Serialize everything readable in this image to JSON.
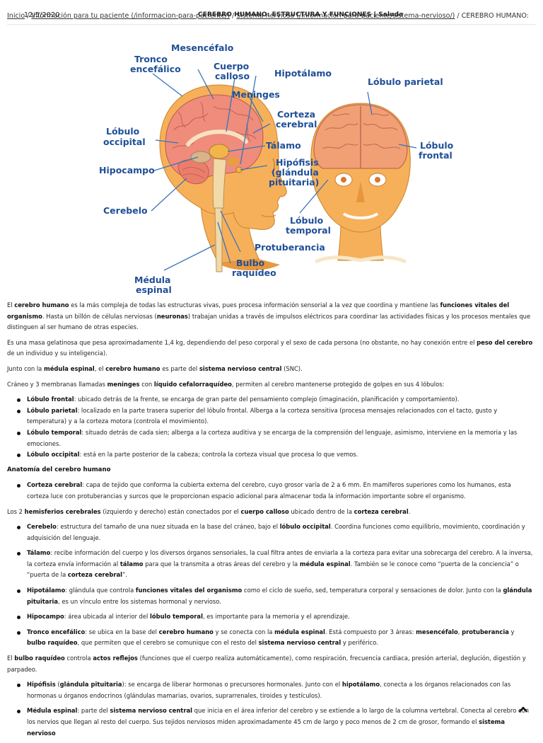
{
  "header": {
    "breadcrumb": {
      "home": "Inicio",
      "middle": "Información para tu paciente (/informacion-para-paciente/)",
      "section": "Sistema nervioso (/informacion-para-paciente/sistema-nervioso/)",
      "current": "CEREBRO HUMANO: ESTRUCTURA Y FUNCIONES"
    },
    "print_date": "12/5/2020",
    "print_title": "CEREBRO HUMANO: ESTRUCTURA Y FUNCIONES | Saluda"
  },
  "figure": {
    "labels": {
      "mesencefalo": "Mesencéfalo",
      "tronco1": "Tronco",
      "tronco2": "encefálico",
      "cuerpo1": "Cuerpo",
      "cuerpo2": "calloso",
      "hipotalamo": "Hipotálamo",
      "meninges": "Meninges",
      "lob_occ1": "Lóbulo",
      "lob_occ2": "occipital",
      "hipocampo": "Hipocampo",
      "cerebelo": "Cerebelo",
      "corteza1": "Corteza",
      "corteza2": "cerebral",
      "talamo": "Tálamo",
      "hipofisis1": "Hipófisis",
      "hipofisis2": "(glándula",
      "hipofisis3": "pituitaria)",
      "protuberancia": "Protuberancia",
      "bulbo1": "Bulbo",
      "bulbo2": "raquídeo",
      "medula1": "Médula",
      "medula2": "espinal",
      "lob_par": "Lóbulo parietal",
      "lob_fro1": "Lóbulo",
      "lob_fro2": "frontal",
      "lob_tem1": "Lóbulo",
      "lob_tem2": "temporal"
    }
  },
  "intro": {
    "p1": [
      {
        "t": "El "
      },
      {
        "b": "cerebro humano"
      },
      {
        "t": " es la más compleja de todas las estructuras vivas, pues procesa información sensorial a la vez que coordina y mantiene las "
      },
      {
        "b": "funciones vitales del organismo"
      },
      {
        "t": ". Hasta un billón de células nerviosas ("
      },
      {
        "b": "neuronas"
      },
      {
        "t": ") trabajan unidas a través de impulsos eléctricos para coordinar las actividades físicas y los procesos mentales que distinguen al ser humano de otras especies."
      }
    ],
    "p2": [
      {
        "t": "Es una masa gelatinosa que pesa aproximadamente 1,4 kg, dependiendo del peso corporal y el sexo de cada persona (no obstante, no hay conexión entre el "
      },
      {
        "b": "peso del cerebro"
      },
      {
        "t": " de un individuo y su inteligencia)."
      }
    ],
    "p3": [
      {
        "t": "Junto con la "
      },
      {
        "b": "médula espinal"
      },
      {
        "t": ", el "
      },
      {
        "b": "cerebro humano"
      },
      {
        "t": " es parte del "
      },
      {
        "b": "sistema nervioso central"
      },
      {
        "t": " (SNC)."
      }
    ],
    "p4": [
      {
        "t": "Cráneo y 3 membranas llamadas "
      },
      {
        "b": "meninges"
      },
      {
        "t": " con "
      },
      {
        "b": "líquido cefalorraquídeo"
      },
      {
        "t": ", permiten al cerebro mantenerse protegido de golpes en sus 4 lóbulos:"
      }
    ]
  },
  "lobes": [
    [
      {
        "b": "Lóbulo frontal"
      },
      {
        "t": ": ubicado detrás de la frente, se encarga de gran parte del pensamiento complejo (imaginación, planificación y comportamiento)."
      }
    ],
    [
      {
        "b": "Lóbulo parietal"
      },
      {
        "t": ": localizado en la parte trasera superior del lóbulo frontal. Alberga a la corteza sensitiva (procesa mensajes relacionados con el tacto, gusto y temperatura) y a la corteza motora (controla el movimiento)."
      }
    ],
    [
      {
        "b": "Lóbulo temporal"
      },
      {
        "t": ": situado detrás de cada sien; alberga a la corteza auditiva y se encarga de la comprensión del lenguaje, asimismo, interviene en la memoria y las emociones."
      }
    ],
    [
      {
        "b": "Lóbulo occipital"
      },
      {
        "t": ": está en la parte posterior de la cabeza; controla la corteza visual que procesa lo que vemos."
      }
    ]
  ],
  "anatomy": {
    "heading": "Anatomía del cerebro humano",
    "corteza": [
      {
        "b": "Corteza cerebral"
      },
      {
        "t": ": capa de tejido que conforma la cubierta externa del cerebro, cuyo grosor varía de 2 a 6 mm. En mamíferos superiores como los humanos, esta corteza luce con protuberancias y surcos que le proporcionan espacio adicional para almacenar toda la información importante sobre el organismo."
      }
    ],
    "hemis": [
      {
        "t": "Los 2 "
      },
      {
        "b": "hemisferios cerebrales"
      },
      {
        "t": " (izquierdo y derecho) están conectados por el "
      },
      {
        "b": "cuerpo calloso"
      },
      {
        "t": " ubicado dentro de la "
      },
      {
        "b": "corteza cerebral"
      },
      {
        "t": "."
      }
    ]
  },
  "structures": [
    [
      {
        "b": "Cerebelo"
      },
      {
        "t": ": estructura del tamaño de una nuez situada en la base del cráneo, bajo el "
      },
      {
        "b": "lóbulo occipital"
      },
      {
        "t": ". Coordina funciones como equilibrio, movimiento, coordinación y adquisición del lenguaje."
      }
    ],
    [
      {
        "b": "Tálamo"
      },
      {
        "t": ": recibe información del cuerpo y los diversos órganos sensoriales, la cual filtra antes de enviarla a la corteza para evitar una sobrecarga del cerebro. A la inversa, la corteza envía información al "
      },
      {
        "b": "tálamo"
      },
      {
        "t": " para que la transmita a otras áreas del cerebro y la "
      },
      {
        "b": "médula espinal"
      },
      {
        "t": ". También se le conoce como “puerta de la conciencia” o “puerta de la "
      },
      {
        "b": "corteza cerebral"
      },
      {
        "t": "”."
      }
    ],
    [
      {
        "b": "Hipotálamo"
      },
      {
        "t": ": glándula que controla "
      },
      {
        "b": "funciones vitales del organismo"
      },
      {
        "t": " como el ciclo de sueño, sed, temperatura corporal y sensaciones de dolor. Junto con la "
      },
      {
        "b": "glándula pituitaria"
      },
      {
        "t": ", es un vínculo entre los sistemas hormonal y nervioso."
      }
    ],
    [
      {
        "b": "Hipocampo"
      },
      {
        "t": ": área ubicada al interior del "
      },
      {
        "b": "lóbulo temporal"
      },
      {
        "t": ", es importante para la memoria y el aprendizaje."
      }
    ],
    [
      {
        "b": "Tronco encefálico"
      },
      {
        "t": ": se ubica en la base del "
      },
      {
        "b": "cerebro humano"
      },
      {
        "t": " y se conecta con la "
      },
      {
        "b": "médula espinal"
      },
      {
        "t": ". Está compuesto por 3 áreas: "
      },
      {
        "b": "mesencéfalo"
      },
      {
        "t": ", "
      },
      {
        "b": "protuberancia"
      },
      {
        "t": " y "
      },
      {
        "b": "bulbo raquídeo"
      },
      {
        "t": ", que permiten que el cerebro se comunique con el resto del "
      },
      {
        "b": "sistema nervioso central"
      },
      {
        "t": " y periférico."
      }
    ]
  ],
  "bulbo_para": [
    {
      "t": "El "
    },
    {
      "b": "bulbo raquídeo"
    },
    {
      "t": " controla "
    },
    {
      "b": "actos reflejos"
    },
    {
      "t": " (funciones que el cuerpo realiza automáticamente), como respiración, frecuencia cardiaca, presión arterial, deglución, digestión y parpadeo."
    }
  ],
  "structures2": [
    [
      {
        "b": "Hipófisis"
      },
      {
        "t": " ("
      },
      {
        "b": "glándula pituitaria"
      },
      {
        "t": "): se encarga de liberar hormonas o precursores hormonales. Junto con el "
      },
      {
        "b": "hipotálamo"
      },
      {
        "t": ", conecta a los órganos relacionados con las hormonas u órganos endocrinos (glándulas mamarias, ovarios, suprarrenales, tiroides y testículos)."
      }
    ],
    [
      {
        "b": "Médula espinal"
      },
      {
        "t": ": parte del "
      },
      {
        "b": "sistema nervioso central"
      },
      {
        "t": " que inicia en el área inferior del cerebro y se extiende a lo largo de la columna vertebral. Conecta al cerebro con los nervios que llegan al resto del cuerpo. Sus tejidos nerviosos miden aproximadamente 45 cm de largo y poco menos de 2 cm de grosor, formando el "
      },
      {
        "b": "sistema nervioso"
      }
    ]
  ],
  "colors": {
    "label_blue": "#1f4f97",
    "skin": "#f7b05a",
    "brain": "#ef8c7c",
    "leader_lines": "#3a74b9"
  },
  "icons": {
    "to_top": "chevron-up-icon"
  }
}
